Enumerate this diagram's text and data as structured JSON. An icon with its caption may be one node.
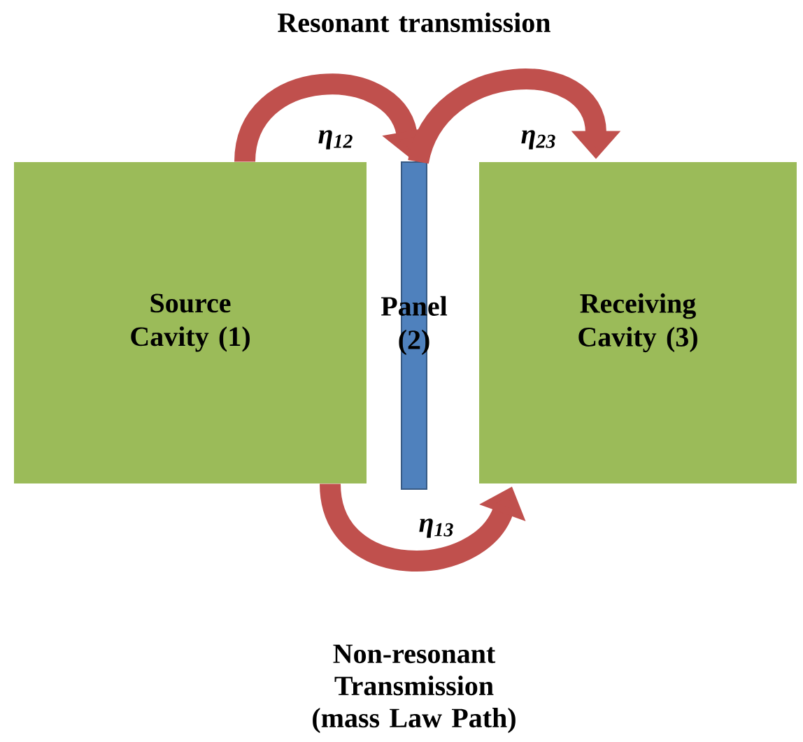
{
  "diagram": {
    "nodes": [
      {
        "text": [
          "Source Cavity (1)"
        ]
      },
      {
        "text": [
          "Panel (2)"
        ]
      },
      {
        "text": [
          "Receiving Cavity (3)"
        ]
      }
    ],
    "edges": [
      {
        "from": 0,
        "to": 1,
        "arrow": "to",
        "label": "η$_{12}$"
      },
      {
        "from": 1,
        "to": 2,
        "arrow": "to",
        "label": "η$_{23}$"
      },
      {
        "from": 0,
        "to": 2,
        "arrow": "to",
        "label": "η$_{13}$"
      }
    ],
    "labels": [
      "Resonant transmission",
      "Non-resonant Transmission (mass Law Path)"
    ]
  }
}
